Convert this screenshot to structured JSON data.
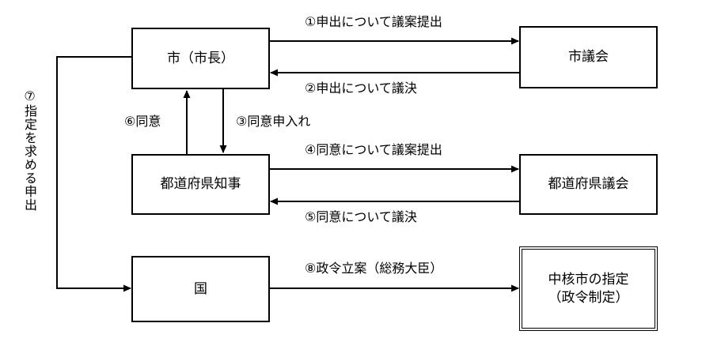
{
  "nodes": {
    "city": "市（市長）",
    "city_council": "市議会",
    "governor": "都道府県知事",
    "prefectural_assembly": "都道府県議会",
    "national_government": "国",
    "designation_line1": "中核市の指定",
    "designation_line2": "（政令制定）"
  },
  "steps": {
    "s1": "①申出について議案提出",
    "s2": "②申出について議決",
    "s3": "③同意申入れ",
    "s4": "④同意について議案提出",
    "s5": "⑤同意について議決",
    "s6": "⑥同意",
    "s7": "⑦指定を求める申出",
    "s8": "⑧政令立案（総務大臣）"
  },
  "colors": {
    "line": "#000000",
    "background": "#ffffff"
  }
}
